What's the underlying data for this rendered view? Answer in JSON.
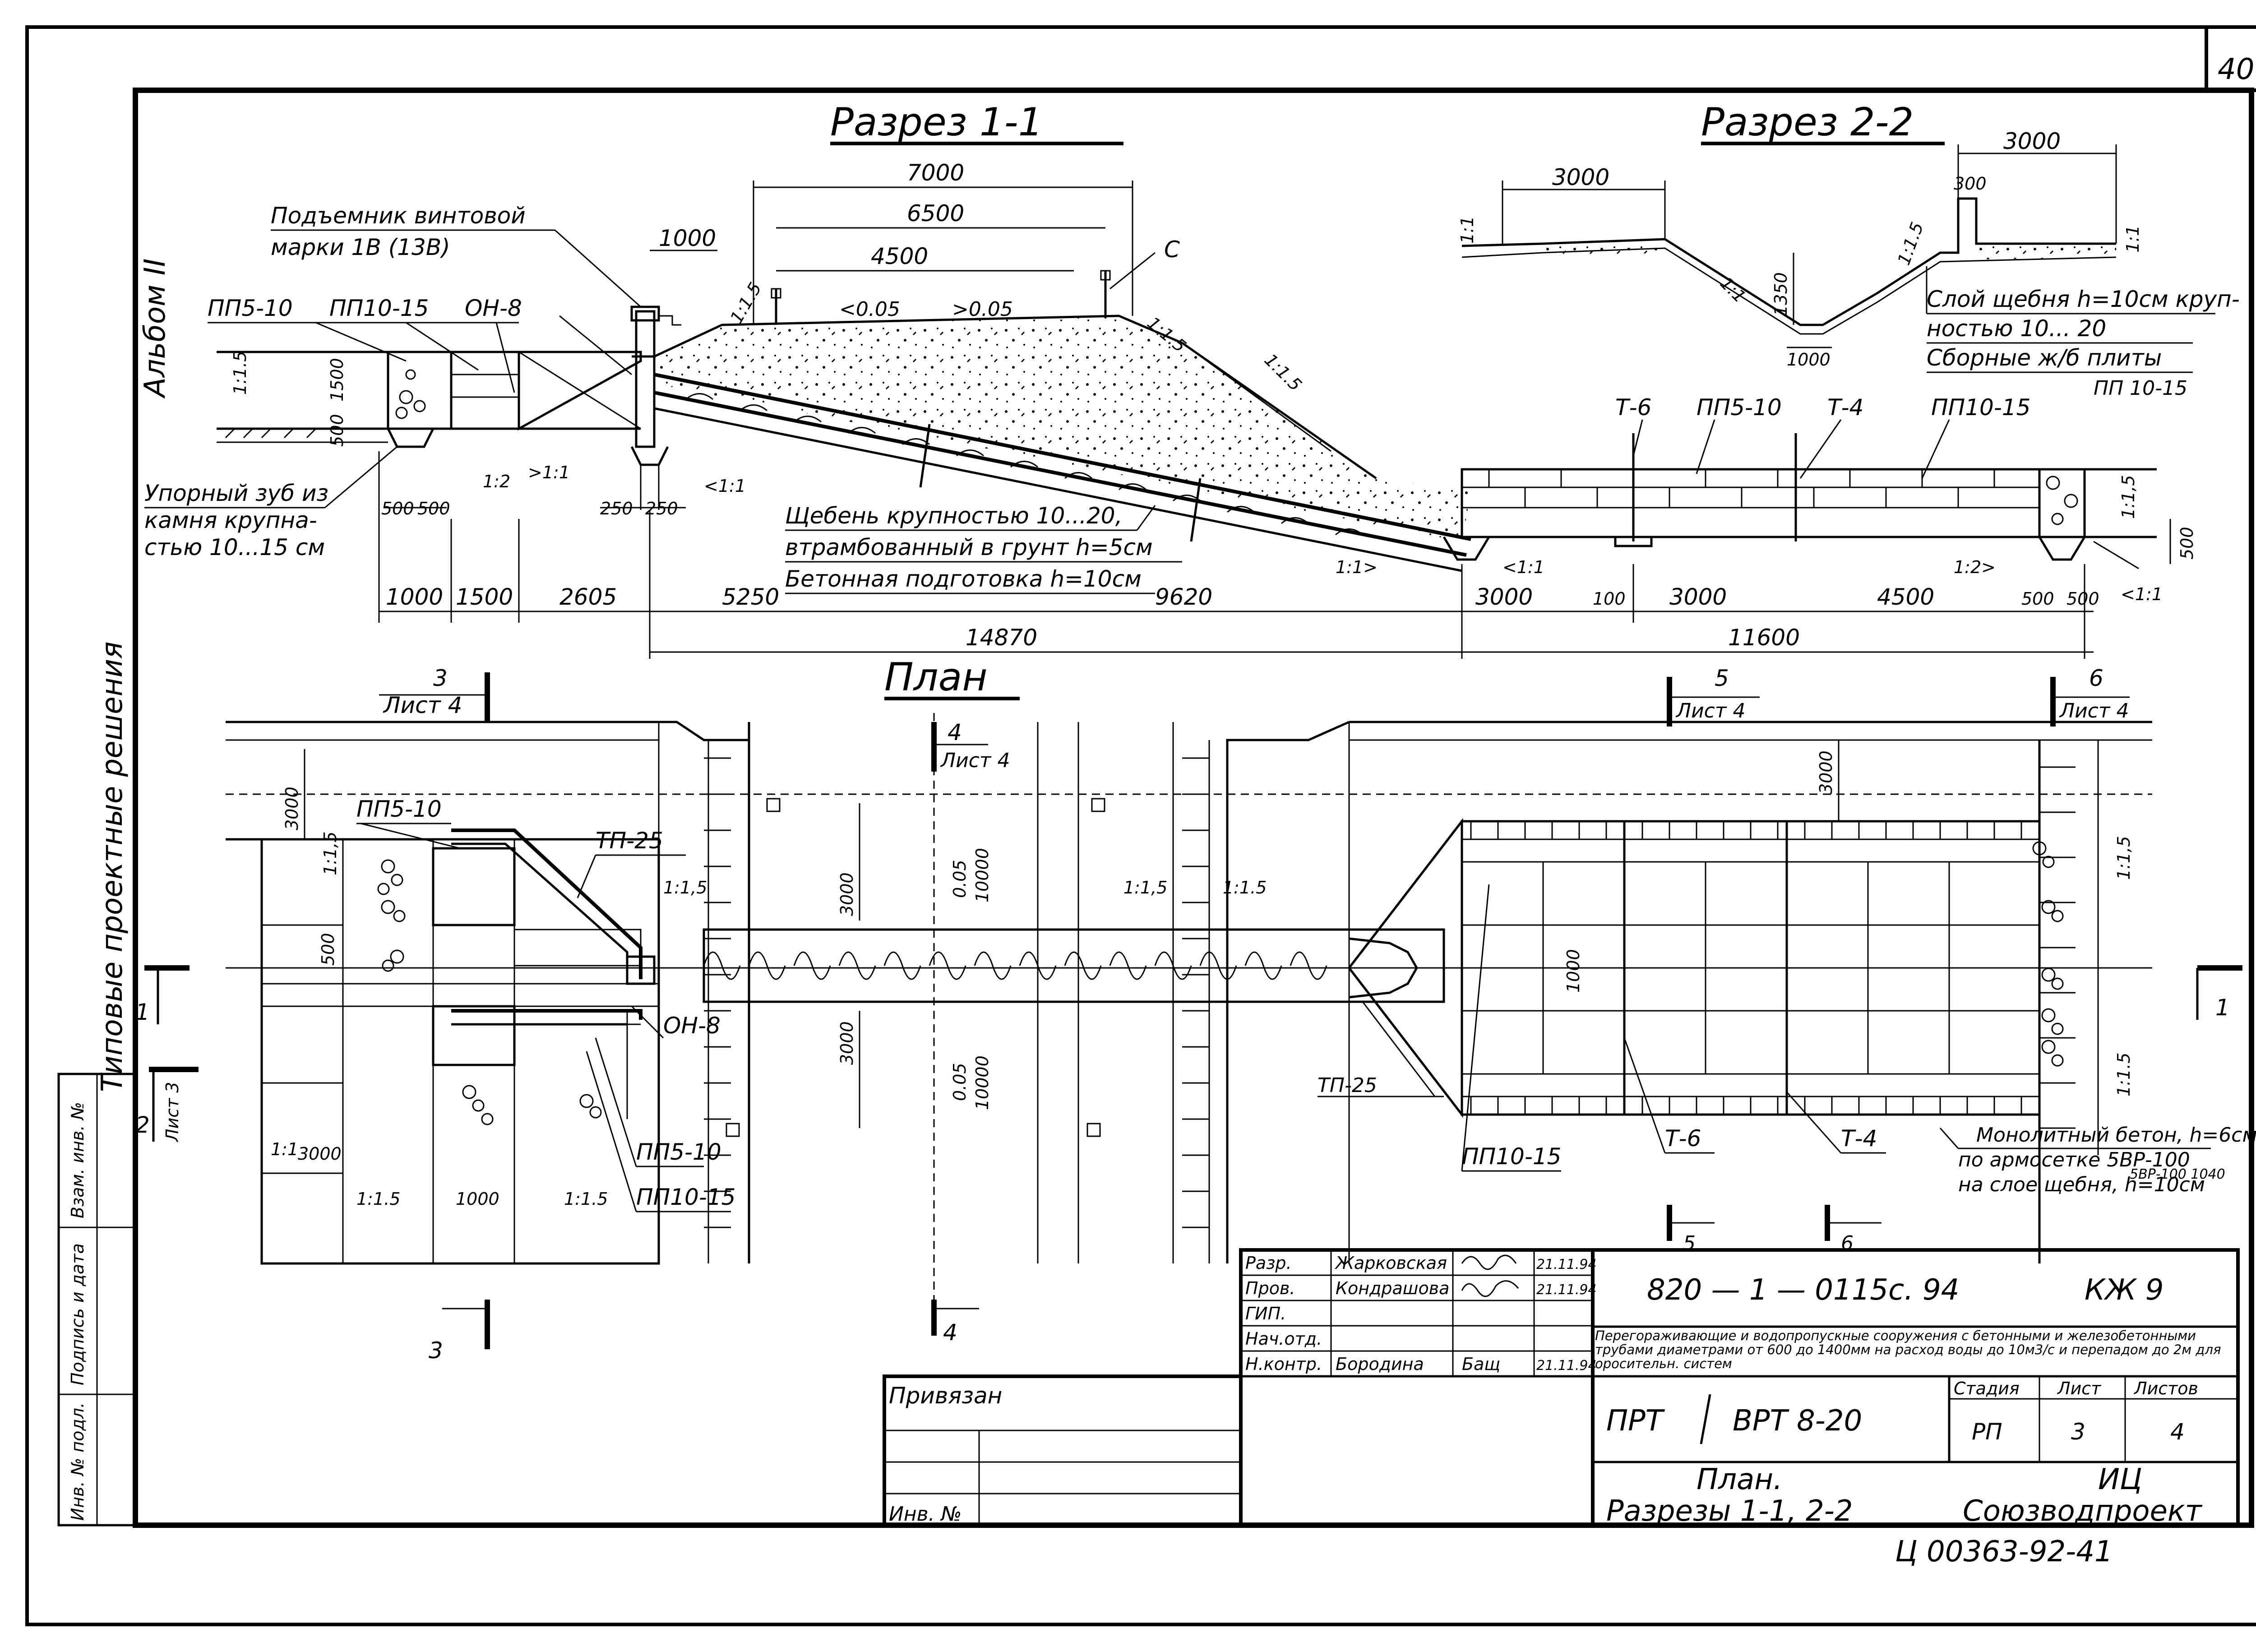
{
  "sheet_number": "40",
  "side_labels": {
    "album": "Альбом II",
    "series": "Типовые проектные решения"
  },
  "left_stamp": {
    "fields": [
      "Взам. инв. №",
      "Подпись и дата",
      "Инв. № подл."
    ]
  },
  "section_1_1": {
    "title": "Разрез 1-1",
    "annotations": {
      "lifter_line1": "Подъемник винтовой",
      "lifter_line2": "марки 1В (13В)",
      "pp5_10": "ПП5-10",
      "pp10_15": "ПП10-15",
      "on8": "ОН-8",
      "slope_15a": "1:1.5",
      "slope_15b": "1:1.5",
      "slope_15c": "1:1.5",
      "slope_15d": "1:1,5",
      "slope_12": "1:2",
      "slope_11a": ">1:1",
      "slope_11b": "<1:1",
      "tooth_line1": "Упорный зуб из",
      "tooth_line2": "камня крупна-",
      "tooth_line3": "стью 10...15 см",
      "gravel_line1": "Щебень крупностью 10...20,",
      "gravel_line2": "втрамбованный в грунт h=5см",
      "gravel_line3": "Бетонная подготовка h=10см",
      "grade_left": "<0.05",
      "grade_right": ">0.05",
      "mark_c": "С",
      "t6": "Т-6",
      "t4": "Т-4",
      "pp5_10b": "ПП5-10",
      "pp10_15b": "ПП10-15",
      "slope_11c": "1:1>",
      "slope_11d": "<1:1",
      "slope_12b": "1:2>",
      "slope_11e": "<1:1"
    },
    "dimensions": {
      "d7000": "7000",
      "d6500": "6500",
      "d4500": "4500",
      "d1000top": "1000",
      "d1500v": "1500",
      "d500v": "500",
      "d500a": "500",
      "d500b": "500",
      "d250a": "250",
      "d250b": "250",
      "d1000": "1000",
      "d1500": "1500",
      "d2605": "2605",
      "d5250": "5250",
      "d9620": "9620",
      "d14870": "14870",
      "d3000": "3000",
      "d100": "100",
      "d3000b": "3000",
      "d4500b": "4500",
      "d500c": "500",
      "d500d": "500",
      "d11600": "11600",
      "d500v2": "500"
    }
  },
  "section_2_2": {
    "title": "Разрез 2-2",
    "dimensions": {
      "d3000a": "3000",
      "d1350": "1350",
      "d1000": "1000",
      "d3000b": "3000",
      "d300": "300"
    },
    "annotations": {
      "s11a": "1:1",
      "s11b": "1:1",
      "s15": "1:1.5",
      "s11c": "1:1",
      "layer1": "Слой щебня h=10см круп-",
      "layer2": "ностью 10... 20",
      "layer3": "Сборные ж/б плиты",
      "layer4": "ПП 10-15"
    }
  },
  "plan": {
    "title": "План",
    "cuts": {
      "c3_top_num": "3",
      "c3_top_sheet": "Лист 4",
      "c4_top_num": "4",
      "c4_top_sheet": "Лист 4",
      "c5_num": "5",
      "c5_sheet": "Лист 4",
      "c6_num": "6",
      "c6_sheet": "Лист 4",
      "c1_left": "1",
      "c1_right": "1",
      "c2_num": "2",
      "c2_sheet": "Лист 3",
      "c3_bottom": "3",
      "c4_bottom": "4",
      "c5_bottom": "5",
      "c6_bottom": "6"
    },
    "labels": {
      "pp5_10": "ПП5-10",
      "tp25": "ТП-25",
      "on8": "ОН-8",
      "pp5_10b": "ПП5-10",
      "pp10_15": "ПП10-15",
      "tp25b": "ТП-25",
      "pp10_15b": "ПП10-15",
      "t6": "Т-6",
      "t4": "Т-4",
      "monolith1": "Монолитный бетон, h=6см",
      "monolith2": "по армосетке 5ВР-100",
      "monolith3": "на слое щебня, h=10см",
      "monolith_sub": "5ВР-100 1040",
      "grade_up": "0.05",
      "grade_down": "0.05"
    },
    "dimensions": {
      "d3000a": "3000",
      "d3000b": "3000",
      "d3000c": "3000",
      "d10000a": "10000",
      "d10000b": "10000",
      "d3000d": "3000",
      "d3000e": "3000",
      "d1000": "1000",
      "d1000b": "1000",
      "d500": "500",
      "s15a": "1:1,5",
      "s15b": "1:1,5",
      "s15c": "1:1,5",
      "s15d": "1:1.5",
      "s15e": "1:1.5",
      "s15f": "1:1,5",
      "s15g": "1:1.5",
      "s15h": "1:1.5",
      "s11": "1:1"
    }
  },
  "title_block": {
    "rows": [
      {
        "role": "Разр.",
        "name": "Жарковская",
        "date": "21.11.94"
      },
      {
        "role": "Пров.",
        "name": "Кондрашова",
        "date": "21.11.94"
      },
      {
        "role": "ГИП.",
        "name": "",
        "date": ""
      },
      {
        "role": "Нач.отд.",
        "name": "",
        "date": ""
      },
      {
        "role": "Н.контр.",
        "name": "Бородина",
        "date": "21.11.94"
      }
    ],
    "signature_3": "Бащ",
    "document_code": "820 — 1 — 0115с. 94",
    "mark": "КЖ 9",
    "description": "Перегораживающие и водопропускные сооружения с бетонными и железобетонными трубами диаметрами от 600 до 1400мм на расход воды до 10м3/с и перепадом до 2м для оросительн. систем",
    "object_left": "ПРТ",
    "object_right": "ВРТ 8-20",
    "stage_label": "Стадия",
    "sheet_label": "Лист",
    "sheets_label": "Листов",
    "stage": "РП",
    "sheet": "3",
    "sheets": "4",
    "drawing_title_1": "План.",
    "drawing_title_2": "Разрезы 1-1, 2-2",
    "org_1": "ИЦ",
    "org_2": "Союзводпроект",
    "attached": "Привязан",
    "inv_no": "Инв. №",
    "archive_no": "Ц 00363-92-41"
  }
}
